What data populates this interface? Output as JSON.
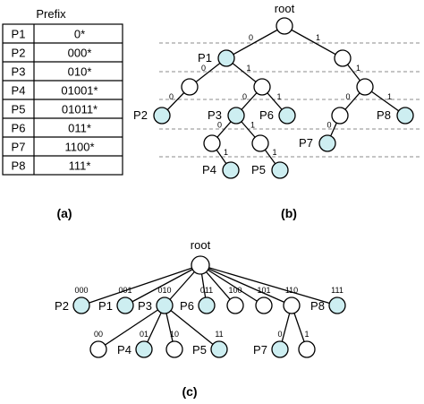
{
  "table": {
    "header": "Prefix",
    "rows": [
      {
        "name": "P1",
        "prefix": "0*"
      },
      {
        "name": "P2",
        "prefix": "000*"
      },
      {
        "name": "P3",
        "prefix": "010*"
      },
      {
        "name": "P4",
        "prefix": "01001*"
      },
      {
        "name": "P5",
        "prefix": "01011*"
      },
      {
        "name": "P6",
        "prefix": "011*"
      },
      {
        "name": "P7",
        "prefix": "1100*"
      },
      {
        "name": "P8",
        "prefix": "111*"
      }
    ]
  },
  "panels": {
    "a": "(a)",
    "b": "(b)",
    "c": "(c)"
  },
  "trie_b": {
    "root_label": "root",
    "nodes": [
      {
        "id": "root",
        "label": "",
        "highlight": false
      },
      {
        "id": "n0",
        "label": "P1",
        "highlight": true
      },
      {
        "id": "n1",
        "label": "",
        "highlight": false
      },
      {
        "id": "n00",
        "label": "",
        "highlight": false
      },
      {
        "id": "n01",
        "label": "",
        "highlight": false
      },
      {
        "id": "n11",
        "label": "",
        "highlight": false
      },
      {
        "id": "n000",
        "label": "P2",
        "highlight": true
      },
      {
        "id": "n010",
        "label": "P3",
        "highlight": true
      },
      {
        "id": "n011",
        "label": "P6",
        "highlight": true
      },
      {
        "id": "n110",
        "label": "",
        "highlight": false
      },
      {
        "id": "n111",
        "label": "P8",
        "highlight": true
      },
      {
        "id": "n0100",
        "label": "",
        "highlight": false
      },
      {
        "id": "n0101",
        "label": "",
        "highlight": false
      },
      {
        "id": "n1100",
        "label": "P7",
        "highlight": true
      },
      {
        "id": "n01001",
        "label": "P4",
        "highlight": true
      },
      {
        "id": "n01011",
        "label": "P5",
        "highlight": true
      }
    ],
    "edges": [
      {
        "from": "root",
        "to": "n0",
        "bit": "0"
      },
      {
        "from": "root",
        "to": "n1",
        "bit": "1"
      },
      {
        "from": "n0",
        "to": "n00",
        "bit": "0"
      },
      {
        "from": "n0",
        "to": "n01",
        "bit": "1"
      },
      {
        "from": "n1",
        "to": "n11",
        "bit": "1"
      },
      {
        "from": "n00",
        "to": "n000",
        "bit": "0"
      },
      {
        "from": "n01",
        "to": "n010",
        "bit": "0"
      },
      {
        "from": "n01",
        "to": "n011",
        "bit": "1"
      },
      {
        "from": "n11",
        "to": "n110",
        "bit": "0"
      },
      {
        "from": "n11",
        "to": "n111",
        "bit": "1"
      },
      {
        "from": "n010",
        "to": "n0100",
        "bit": "0"
      },
      {
        "from": "n010",
        "to": "n0101",
        "bit": "1"
      },
      {
        "from": "n110",
        "to": "n1100",
        "bit": "0"
      },
      {
        "from": "n0100",
        "to": "n01001",
        "bit": "1"
      },
      {
        "from": "n0101",
        "to": "n01011",
        "bit": "1"
      }
    ]
  },
  "trie_c": {
    "root_label": "root",
    "nodes": [
      {
        "id": "root",
        "label": "",
        "highlight": false,
        "prefix": ""
      },
      {
        "id": "c000",
        "label": "P2",
        "highlight": true,
        "prefix": "000"
      },
      {
        "id": "c001",
        "label": "P1",
        "highlight": true,
        "prefix": "001"
      },
      {
        "id": "c010",
        "label": "P3",
        "highlight": true,
        "prefix": "010"
      },
      {
        "id": "c011",
        "label": "P6",
        "highlight": true,
        "prefix": "011"
      },
      {
        "id": "c100",
        "label": "",
        "highlight": false,
        "prefix": "100"
      },
      {
        "id": "c101",
        "label": "",
        "highlight": false,
        "prefix": "101"
      },
      {
        "id": "c110",
        "label": "",
        "highlight": false,
        "prefix": "110"
      },
      {
        "id": "c111",
        "label": "P8",
        "highlight": true,
        "prefix": "111"
      },
      {
        "id": "c010_00",
        "label": "",
        "highlight": false,
        "prefix": "00"
      },
      {
        "id": "c010_01",
        "label": "P4",
        "highlight": true,
        "prefix": "01"
      },
      {
        "id": "c010_10",
        "label": "",
        "highlight": false,
        "prefix": "10"
      },
      {
        "id": "c010_11",
        "label": "P5",
        "highlight": true,
        "prefix": "11"
      },
      {
        "id": "c110_0",
        "label": "P7",
        "highlight": true,
        "prefix": "0"
      },
      {
        "id": "c110_1",
        "label": "",
        "highlight": false,
        "prefix": "1"
      }
    ],
    "edges": [
      {
        "from": "root",
        "to": "c000"
      },
      {
        "from": "root",
        "to": "c001"
      },
      {
        "from": "root",
        "to": "c010"
      },
      {
        "from": "root",
        "to": "c011"
      },
      {
        "from": "root",
        "to": "c100"
      },
      {
        "from": "root",
        "to": "c101"
      },
      {
        "from": "root",
        "to": "c110"
      },
      {
        "from": "root",
        "to": "c111"
      },
      {
        "from": "c010",
        "to": "c010_00"
      },
      {
        "from": "c010",
        "to": "c010_01"
      },
      {
        "from": "c010",
        "to": "c010_10"
      },
      {
        "from": "c010",
        "to": "c010_11"
      },
      {
        "from": "c110",
        "to": "c110_0"
      },
      {
        "from": "c110",
        "to": "c110_1"
      }
    ]
  },
  "colors": {
    "highlight_fill": "#cdeef1",
    "node_fill": "#ffffff",
    "stroke": "#000000"
  }
}
